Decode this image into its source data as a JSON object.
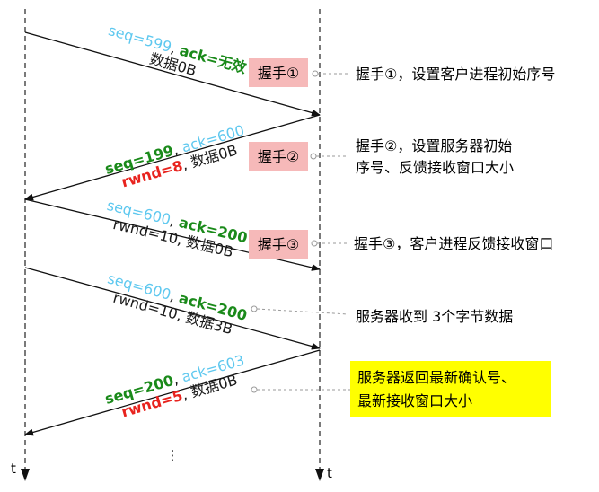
{
  "colors": {
    "seq_light": "#5ec8ef",
    "green": "#1a8a1a",
    "red": "#e8231e",
    "dark": "#1a1a1a",
    "handshake_bg": "#f6b9b9",
    "highlight_bg": "#ffff00",
    "dash_line": "#999999"
  },
  "axis_label": "t",
  "segments": [
    {
      "line1": [
        {
          "text": "seq=599",
          "color": "seq_light"
        },
        {
          "text": ", ",
          "color": "dark"
        },
        {
          "text": "ack=无效",
          "color": "green"
        }
      ],
      "line2": [
        {
          "text": "数据0B",
          "color": "dark"
        }
      ]
    },
    {
      "line1": [
        {
          "text": "seq=199",
          "color": "green"
        },
        {
          "text": ", ",
          "color": "dark"
        },
        {
          "text": "ack=600",
          "color": "seq_light"
        }
      ],
      "line2": [
        {
          "text": "rwnd=8",
          "color": "red"
        },
        {
          "text": ", 数据0B",
          "color": "dark"
        }
      ]
    },
    {
      "line1": [
        {
          "text": "seq=600",
          "color": "seq_light"
        },
        {
          "text": ", ",
          "color": "dark"
        },
        {
          "text": "ack=200",
          "color": "green"
        }
      ],
      "line2": [
        {
          "text": "rwnd=10, 数据0B",
          "color": "dark"
        }
      ]
    },
    {
      "line1": [
        {
          "text": "seq=600",
          "color": "seq_light"
        },
        {
          "text": ", ",
          "color": "dark"
        },
        {
          "text": "ack=200",
          "color": "green"
        }
      ],
      "line2": [
        {
          "text": "rwnd=10, 数据3B",
          "color": "dark"
        }
      ]
    },
    {
      "line1": [
        {
          "text": "seq=200",
          "color": "green"
        },
        {
          "text": ", ",
          "color": "dark"
        },
        {
          "text": "ack=603",
          "color": "seq_light"
        }
      ],
      "line2": [
        {
          "text": "rwnd=5",
          "color": "red"
        },
        {
          "text": ", 数据0B",
          "color": "dark"
        }
      ]
    }
  ],
  "handshakes": [
    "握手①",
    "握手②",
    "握手③"
  ],
  "notes": [
    {
      "lines": [
        "握手①，设置客户进程初始序号"
      ]
    },
    {
      "lines": [
        "握手②，设置服务器初始",
        "序号、反馈接收窗口大小"
      ]
    },
    {
      "lines": [
        "握手③，客户进程反馈接收窗口"
      ]
    },
    {
      "lines": [
        "服务器收到 3个字节数据"
      ]
    },
    {
      "lines": [
        "服务器返回最新确认号、",
        "最新接收窗口大小"
      ]
    }
  ],
  "ellipsis": "⋮"
}
